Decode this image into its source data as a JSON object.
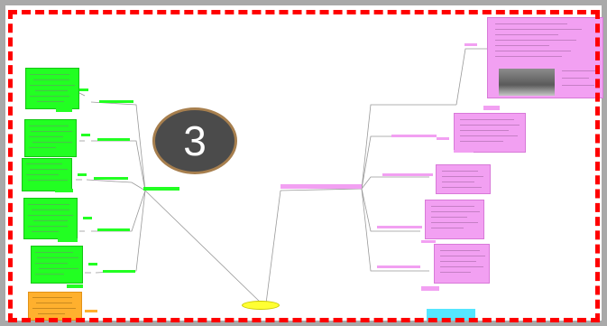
{
  "badge": {
    "number": "3"
  },
  "colors": {
    "frame_border": "#ff0000",
    "outer_background": "#a9a9a9",
    "canvas_background": "#ffffff",
    "left_branch_nodes": "#22ff22",
    "right_branch_nodes": "#f2a0f2",
    "central_node": "#ffff33",
    "bottom_left_node": "#ffb02e",
    "bottom_right_node": "#55e6ff",
    "badge_fill": "#4b4b4b",
    "badge_ring": "#a77f4e"
  },
  "mindmap": {
    "center_node": {
      "color_name": "yellow"
    },
    "left_branch": {
      "node_count": 6,
      "color_name": "green"
    },
    "right_branch": {
      "node_count": 6,
      "color_name": "pink"
    }
  }
}
